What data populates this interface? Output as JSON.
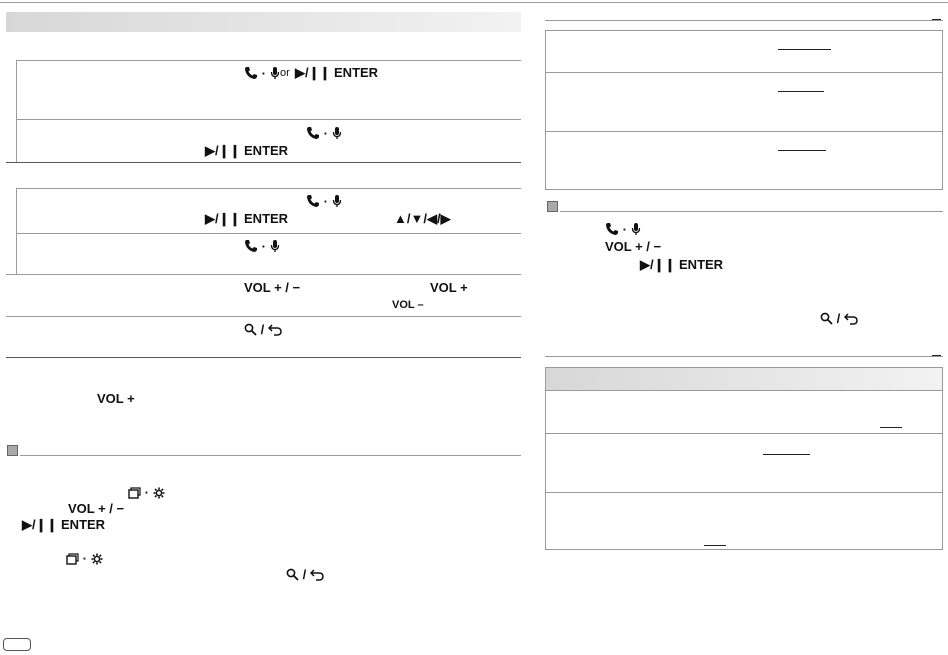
{
  "symbols": {
    "phone_mic": "✆·🎙",
    "play_pause_enter": "▶/❙❙ ENTER",
    "play_enter_short": "▶/II ENTER",
    "arrows": "▲/▼/◀/▶",
    "vol_plus_minus": "VOL + / −",
    "vol_plus": "VOL +",
    "vol_minus": "VOL –",
    "search_back": "⌕ / ↩",
    "display_settings": "❐·⚙",
    "connector_or": "or"
  },
  "colors": {
    "header_bar": "#d7d7d7",
    "rule": "#9a9a9a",
    "bullet_square": "#a9a9a9"
  }
}
